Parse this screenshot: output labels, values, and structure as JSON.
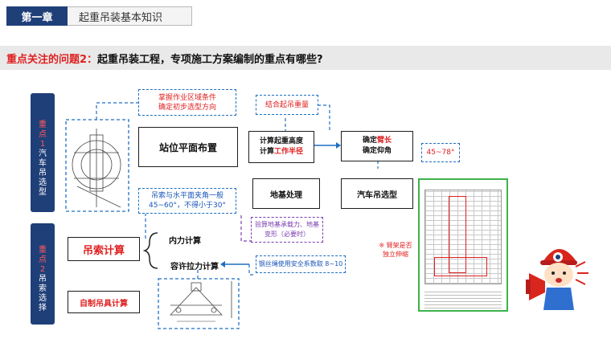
{
  "header": {
    "chapter": "第一章",
    "title": "起重吊装基本知识"
  },
  "question": {
    "prefix": "重点关注的问题2：",
    "text": "起重吊装工程，专项施工方案编制的重点有哪些?"
  },
  "side_labels": {
    "one": {
      "hl": [
        "重",
        "点",
        "1"
      ],
      "rest": [
        "汽",
        "车",
        "吊",
        "选",
        "型"
      ]
    },
    "two": {
      "hl": [
        "重",
        "点",
        "2"
      ],
      "rest": [
        "吊",
        "索",
        "选",
        "择"
      ]
    }
  },
  "boxes": {
    "site_plan": "站位平面布置",
    "calc_line1": "计算起重高度",
    "calc_line2_black": "计算",
    "calc_line2_red": "工作半径",
    "confirm_line1_black": "确定",
    "confirm_line1_red": "臂长",
    "confirm_line2": "确定仰角",
    "foundation": "地基处理",
    "crane_select": "汽车吊选型",
    "sling_calc": "吊索计算",
    "rigging_calc": "自制吊具计算"
  },
  "notes": {
    "work_area_1": "掌握作业区域条件",
    "work_area_2": "确定初步选型方向",
    "weight": "结合起吊重量",
    "angle": "45~78°",
    "sling_angle_1": "吊索与水平面夹角一般",
    "sling_angle_2": "45~60°，不得小于30°",
    "bearing_1": "验算地基承载力、地基",
    "bearing_2": "变形（必要时）",
    "safety": "钢丝绳使用安全系数取 8~10",
    "boom_1": "※ 臂架是否",
    "boom_2": "独立伸缩"
  },
  "labels": {
    "internal_force": "内力计算",
    "allowable_tension": "容许拉力计算"
  },
  "colors": {
    "navy": "#1f3f78",
    "red": "#e02020",
    "dash_blue": "#1f6fc2",
    "dash_purple": "#7a3fb0",
    "green": "#3bb34a"
  }
}
